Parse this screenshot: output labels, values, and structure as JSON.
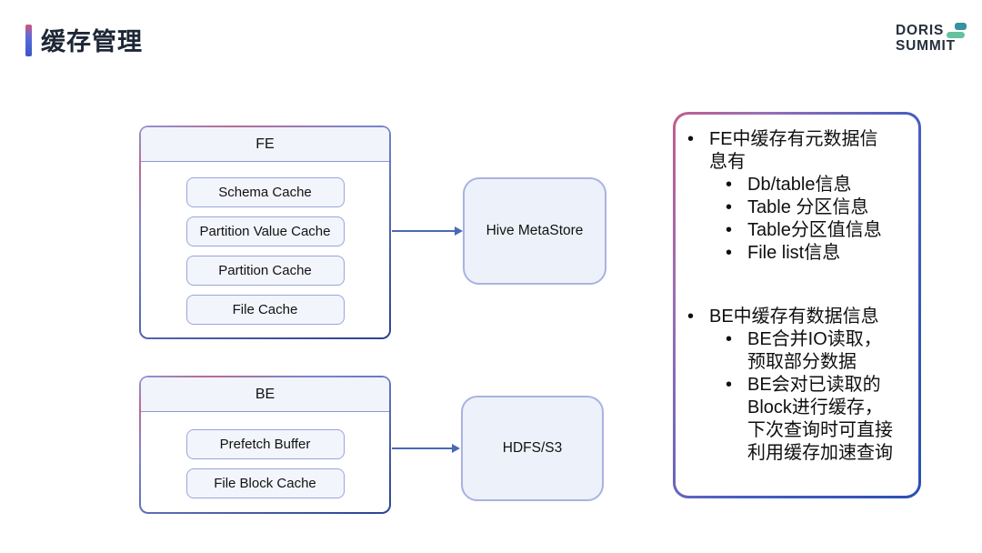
{
  "header": {
    "title": "缓存管理"
  },
  "logo": {
    "line1": "DORIS",
    "line2": "SUMMIT"
  },
  "diagram": {
    "fe_group": {
      "title": "FE",
      "items": [
        "Schema Cache",
        "Partition Value Cache",
        "Partition Cache",
        "File Cache"
      ]
    },
    "be_group": {
      "title": "BE",
      "items": [
        "Prefetch Buffer",
        "File Block Cache"
      ]
    },
    "hive_node": {
      "label": "Hive MetaStore"
    },
    "hdfs_node": {
      "label": "HDFS/S3"
    }
  },
  "notes": {
    "bullet": "•",
    "sections": [
      {
        "lines": [
          "FE中缓存有元数据信",
          "息有"
        ],
        "items": [
          {
            "lines": [
              "Db/table信息"
            ]
          },
          {
            "lines": [
              "Table 分区信息"
            ]
          },
          {
            "lines": [
              "Table分区值信息"
            ]
          },
          {
            "lines": [
              "File list信息"
            ]
          }
        ]
      },
      {
        "lines": [
          "BE中缓存有数据信息"
        ],
        "items": [
          {
            "lines": [
              "BE合并IO读取，",
              "预取部分数据"
            ]
          },
          {
            "lines": [
              "BE会对已读取的",
              "Block进行缓存，",
              "下次查询时可直接",
              "利用缓存加速查询"
            ]
          }
        ]
      }
    ]
  },
  "colors": {
    "accent_pink": "#d8537b",
    "accent_blue": "#3c55cb",
    "box_border_light": "#8d96d6",
    "box_border_dark": "#2c4391",
    "item_border": "#99a5dc",
    "node_fill": "#edf2fa",
    "arrow": "#4a6ab2",
    "logo_teal": "#35929e",
    "logo_green": "#67c19f",
    "title_text": "#1d2736"
  }
}
